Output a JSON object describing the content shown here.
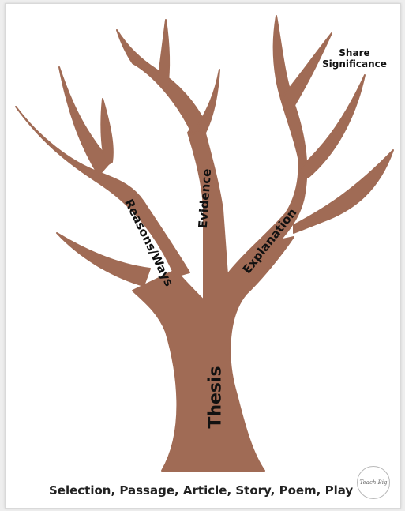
{
  "diagram": {
    "labels": {
      "thesis": "Thesis",
      "reasons": "Reasons/Ways",
      "evidence": "Evidence",
      "explanation": "Explanation",
      "share_line1": "Share",
      "share_line2": "Significance"
    },
    "caption": "Selection, Passage, Article, Story, Poem, Play",
    "logo_text": "Teach Big"
  },
  "colors": {
    "tree": "#a06b55",
    "page": "#ffffff",
    "text": "#111111"
  }
}
